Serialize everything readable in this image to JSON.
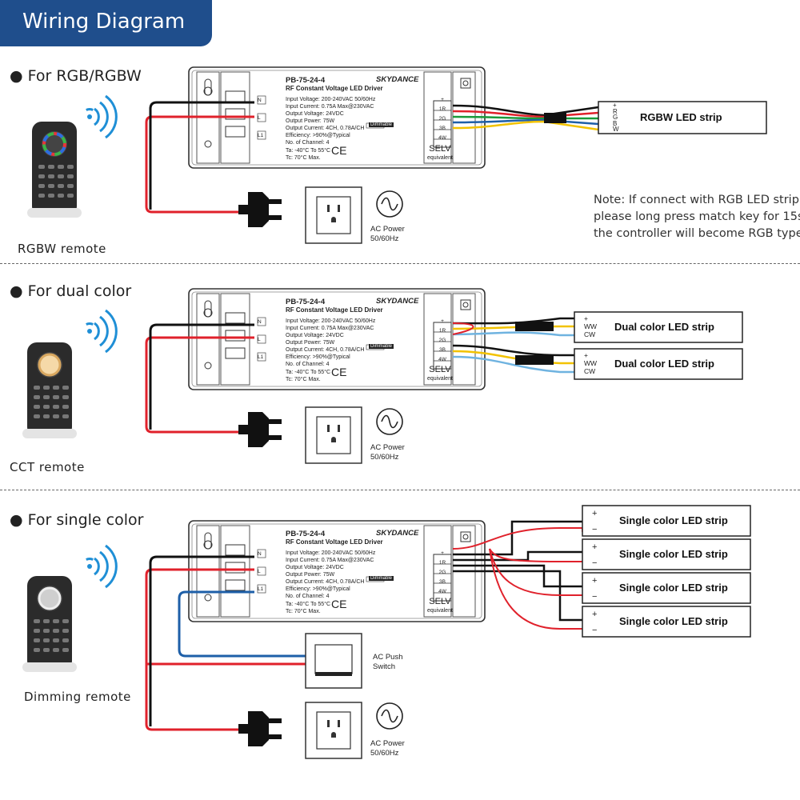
{
  "header": {
    "title": "Wiring Diagram"
  },
  "sections": [
    {
      "title": "For RGB/RGBW",
      "remote_label": "RGBW remote",
      "strips": [
        "RGBW LED strip"
      ],
      "terminals": [
        "+",
        "R",
        "G",
        "B",
        "W"
      ]
    },
    {
      "title": "For dual color",
      "remote_label": "CCT remote",
      "strips": [
        "Dual color LED strip",
        "Dual color LED strip"
      ],
      "terminals": [
        "+",
        "WW",
        "CW"
      ]
    },
    {
      "title": "For single color",
      "remote_label": "Dimming remote",
      "strips": [
        "Single color LED strip",
        "Single color LED strip",
        "Single color LED strip",
        "Single color LED strip"
      ],
      "terminals": [
        "+",
        "−"
      ]
    }
  ],
  "note": [
    "Note: If connect with RGB LED strip,",
    "please long press match key for 15s,",
    "the controller will become RGB type."
  ],
  "ac_power": [
    "AC Power",
    "50/60Hz"
  ],
  "push_switch": [
    "AC Push",
    "Switch"
  ],
  "driver": {
    "model": "PB-75-24-4",
    "subtitle": "RF Constant Voltage LED Driver",
    "brand": "SKYDANCE",
    "specs": [
      "Input Voltage: 200-240VAC 50/60Hz",
      "Input Current: 0.75A Max@230VAC",
      "Output Voltage: 24VDC",
      "Output Power: 75W",
      "Output Current: 4CH, 0.78A/CH",
      "Efficiency: >90%@Typical",
      "No. of Channel: 4"
    ],
    "temps": [
      "Ta: -40°C To 55°C",
      "Tc: 70°C Max."
    ],
    "selv": [
      "SELV",
      "equivalent"
    ],
    "ch_labels": [
      "+",
      "1R",
      "2G",
      "3B",
      "4W"
    ],
    "input_labels": [
      "N",
      "L",
      "L1"
    ],
    "cert": "CE",
    "dim": "Dimmable"
  },
  "colors": {
    "banner": "#1f4e8c",
    "wire_red": "#e0212b",
    "wire_black": "#111111",
    "wire_blue": "#1e5fa8",
    "wire_green": "#1a9a3a",
    "wire_yellow": "#f2c200",
    "wire_blue_light": "#6fb3e0",
    "wifi": "#1f8fd6"
  },
  "icons": [
    "wifi-icon",
    "plug-icon",
    "outlet-icon",
    "ac-sine-icon",
    "push-switch-icon",
    "remote-icon"
  ]
}
